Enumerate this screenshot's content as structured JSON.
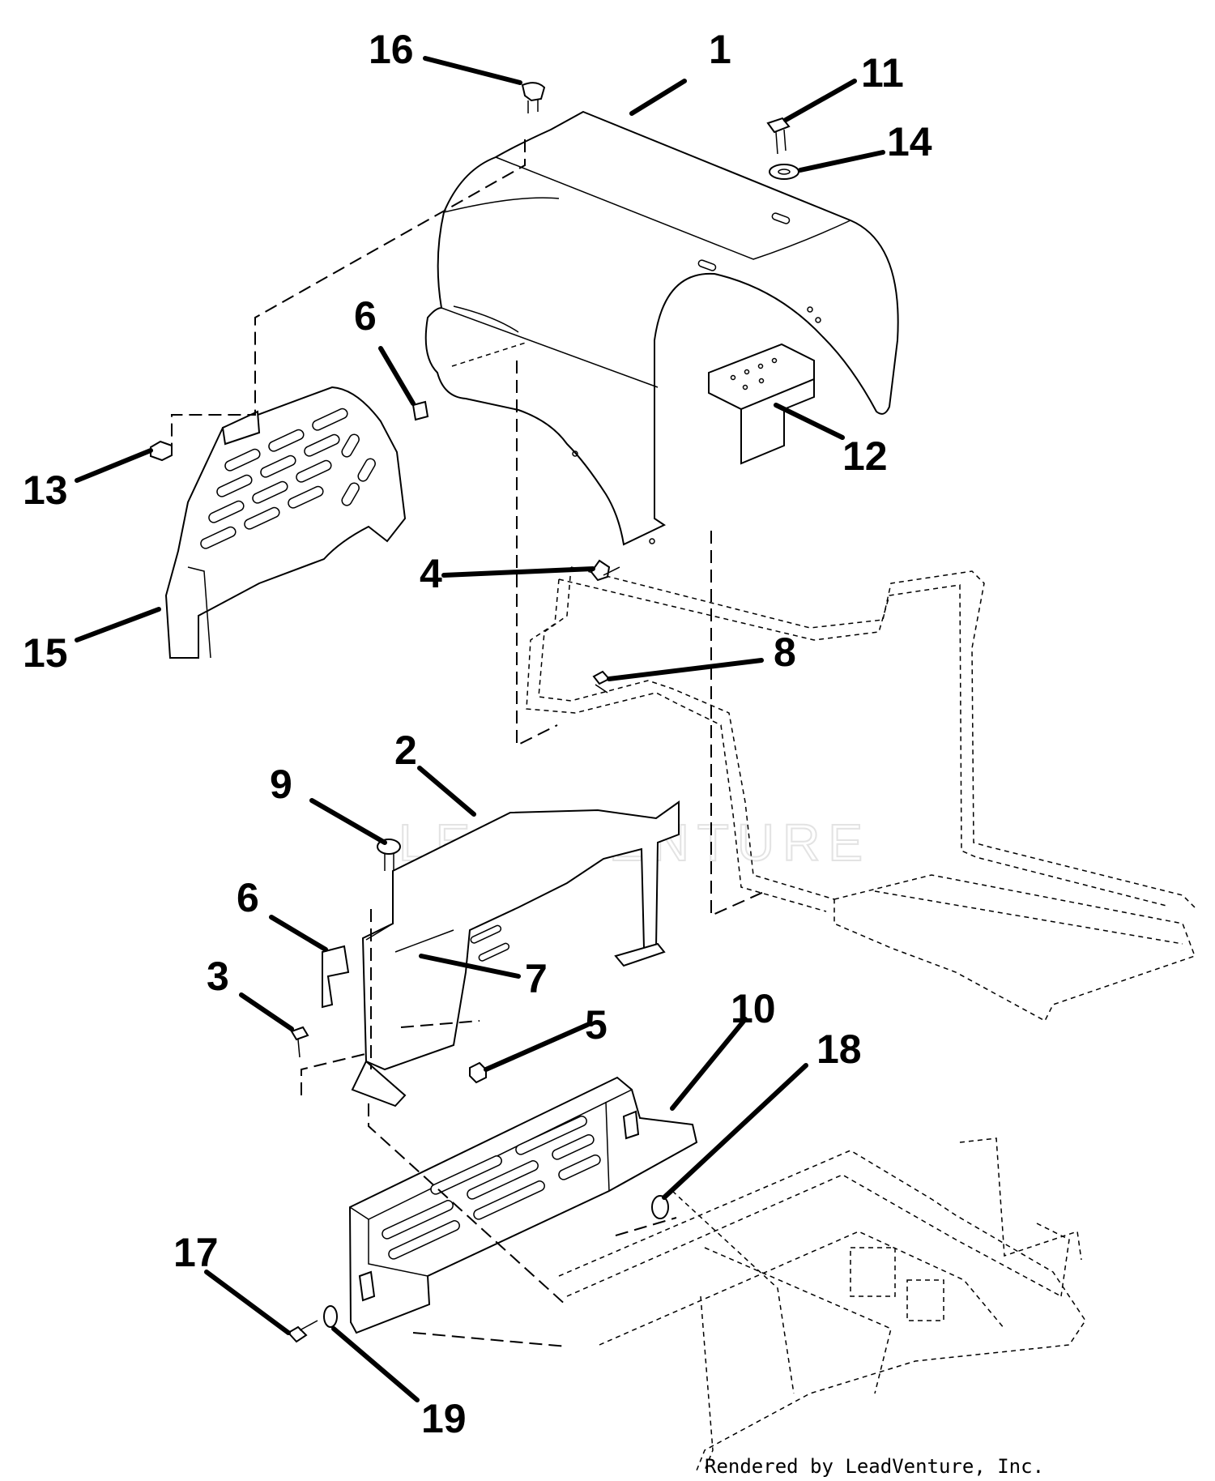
{
  "callouts": [
    {
      "id": "1",
      "label": "1"
    },
    {
      "id": "2",
      "label": "2"
    },
    {
      "id": "3",
      "label": "3"
    },
    {
      "id": "4",
      "label": "4"
    },
    {
      "id": "5",
      "label": "5"
    },
    {
      "id": "6a",
      "label": "6"
    },
    {
      "id": "6b",
      "label": "6"
    },
    {
      "id": "7",
      "label": "7"
    },
    {
      "id": "8",
      "label": "8"
    },
    {
      "id": "9",
      "label": "9"
    },
    {
      "id": "10",
      "label": "10"
    },
    {
      "id": "11",
      "label": "11"
    },
    {
      "id": "12",
      "label": "12"
    },
    {
      "id": "13",
      "label": "13"
    },
    {
      "id": "14",
      "label": "14"
    },
    {
      "id": "15",
      "label": "15"
    },
    {
      "id": "16",
      "label": "16"
    },
    {
      "id": "17",
      "label": "17"
    },
    {
      "id": "18",
      "label": "18"
    },
    {
      "id": "19",
      "label": "19"
    }
  ],
  "watermark": "LEADVENTURE",
  "credit": "Rendered by LeadVenture, Inc."
}
